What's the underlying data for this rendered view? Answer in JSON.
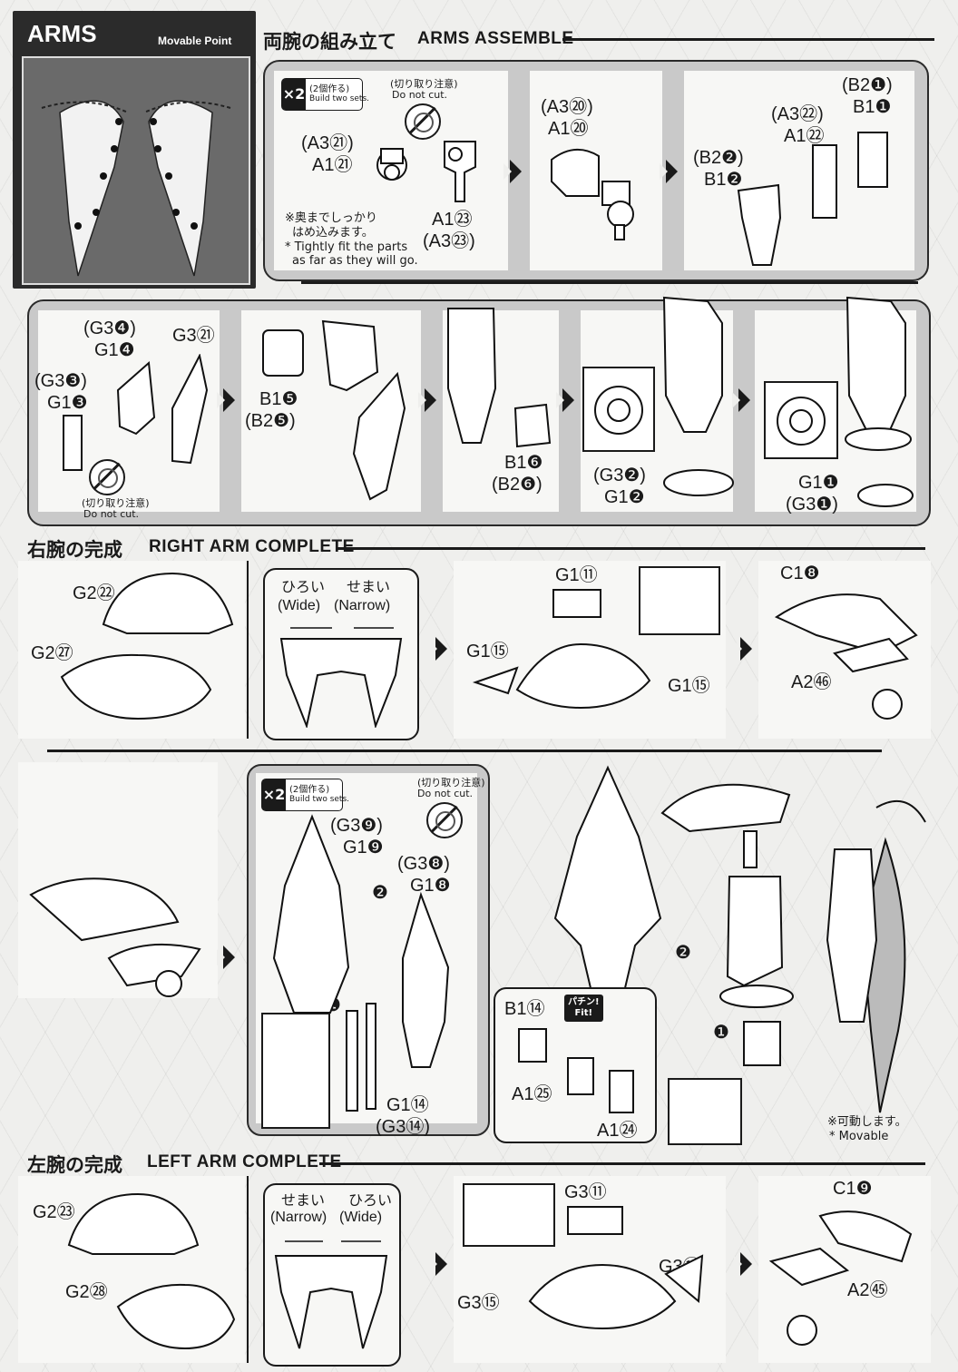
{
  "arms_header": {
    "title": "ARMS",
    "movable_point": "Movable Point"
  },
  "section_assemble": {
    "title_ja": "両腕の組み立て",
    "title_en": "ARMS ASSEMBLE"
  },
  "section_right": {
    "title_ja": "右腕の完成",
    "title_en": "RIGHT ARM COMPLETE"
  },
  "section_left": {
    "title_ja": "左腕の完成",
    "title_en": "LEFT ARM COMPLETE"
  },
  "build_two": {
    "count": "×2",
    "ja": "(2個作る)",
    "en": "Build two sets."
  },
  "do_not_cut": {
    "ja": "(切り取り注意)",
    "en": "Do not cut."
  },
  "fit_note": {
    "ja1": "※奥までしっかり",
    "ja2": "はめ込みます。",
    "en1": "* Tightly fit the parts",
    "en2": "as far as they will go."
  },
  "width_labels": {
    "wide_ja": "ひろい",
    "wide_en": "(Wide)",
    "narrow_ja": "せまい",
    "narrow_en": "(Narrow)"
  },
  "movable_note": {
    "ja": "※可動します。",
    "en": "* Movable"
  },
  "fit_badge": {
    "ja": "パチン!",
    "en": "Fit!"
  },
  "step1": {
    "l1": "(A3㉑)",
    "l2": "A1㉑",
    "l3": "A1㉓",
    "l4": "(A3㉓)"
  },
  "step2": {
    "l1": "(A3⑳)",
    "l2": "A1⑳"
  },
  "step3": {
    "l1": "(A3㉒)",
    "l2": "A1㉒",
    "l3": "(B2❶)",
    "l4": "B1❶",
    "l5": "(B2❷)",
    "l6": "B1❷"
  },
  "step4": {
    "l1": "(G3❹)",
    "l2": "G1❹",
    "l3": "G3㉑",
    "l4": "(G3❸)",
    "l5": "G1❸"
  },
  "step5": {
    "l1": "B1❺",
    "l2": "(B2❺)"
  },
  "step6": {
    "l1": "B1❻",
    "l2": "(B2❻)"
  },
  "step7": {
    "l1": "(G3❷)",
    "l2": "G1❷"
  },
  "step8": {
    "l1": "G1❶",
    "l2": "(G3❶)"
  },
  "right1": {
    "l1": "G2㉒",
    "l2": "G2㉗"
  },
  "right3": {
    "l1": "G1⑪",
    "l2": "G1⑮",
    "l3": "G1⑮"
  },
  "right4": {
    "l1": "C1❽",
    "l2": "A2㊻"
  },
  "mid": {
    "l1": "(G3❾)",
    "l2": "G1❾",
    "l3": "(G3❽)",
    "l4": "G1❽",
    "l5": "G1⑭",
    "l6": "(G3⑭)",
    "s1": "❷",
    "s2": "❶"
  },
  "mid2": {
    "l1": "B1⑭",
    "l2": "A1㉕",
    "l3": "A1㉔",
    "s1": "❷",
    "s2": "❶"
  },
  "left1": {
    "l1": "G2㉓",
    "l2": "G2㉘"
  },
  "left3": {
    "l1": "G3⑪",
    "l2": "G3⑮",
    "l3": "G3⑮"
  },
  "left4": {
    "l1": "C1❾",
    "l2": "A2㊺"
  }
}
